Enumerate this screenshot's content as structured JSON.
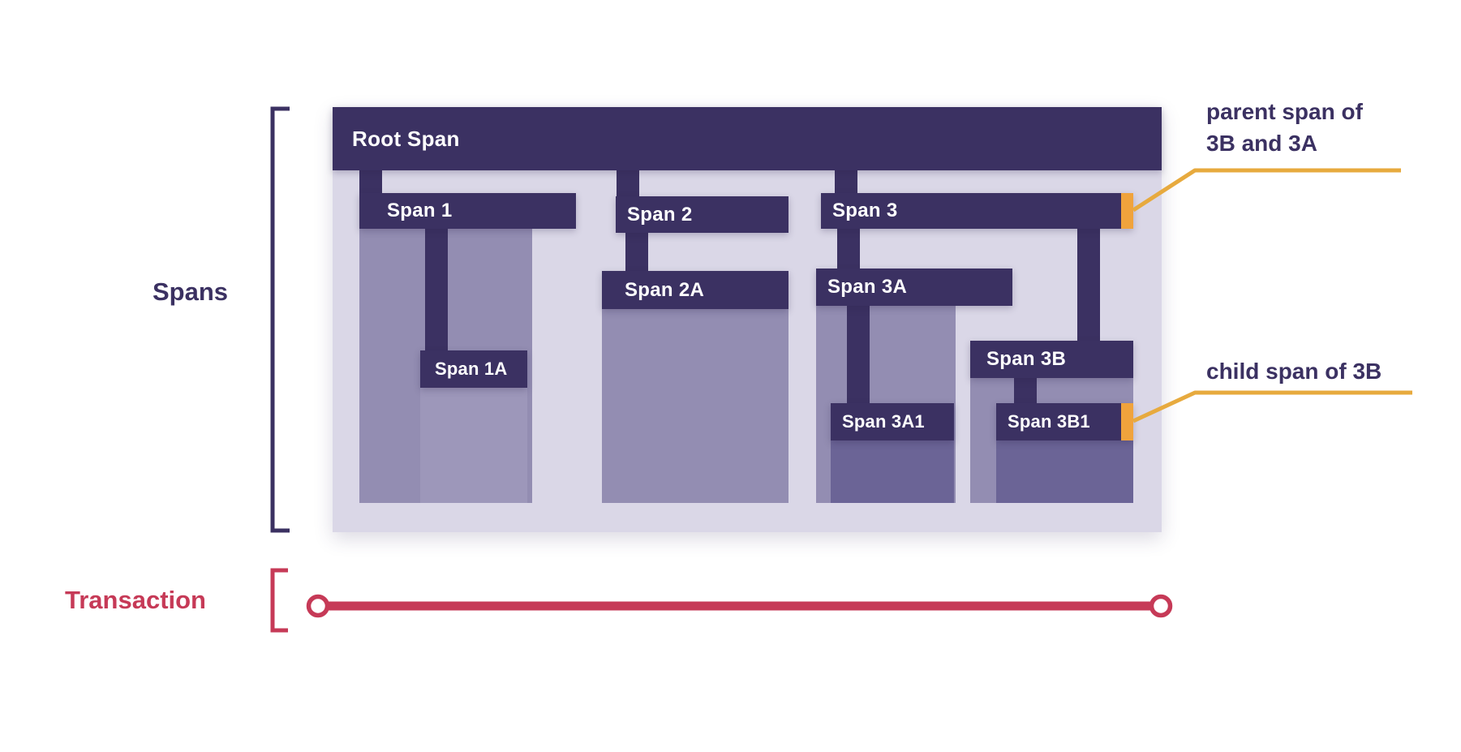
{
  "diagram": {
    "left_labels": {
      "spans": "Spans",
      "transaction": "Transaction"
    },
    "root": {
      "label": "Root Span"
    },
    "spans": {
      "span1": "Span 1",
      "span1a": "Span 1A",
      "span2": "Span 2",
      "span2a": "Span 2A",
      "span3": "Span 3",
      "span3a": "Span 3A",
      "span3a1": "Span 3A1",
      "span3b": "Span 3B",
      "span3b1": "Span 3B1"
    },
    "annotations": {
      "parent_line1": "parent span of",
      "parent_line2": "3B and 3A",
      "child": "child span of 3B"
    },
    "colors": {
      "navy": "#3b3162",
      "lavender": "#dad7e7",
      "purple_body": "#938db2",
      "purple_body_dark": "#6b6496",
      "red": "#c63a57",
      "gold": "#e7aa3e",
      "orange_marker": "#f0a33c"
    }
  }
}
